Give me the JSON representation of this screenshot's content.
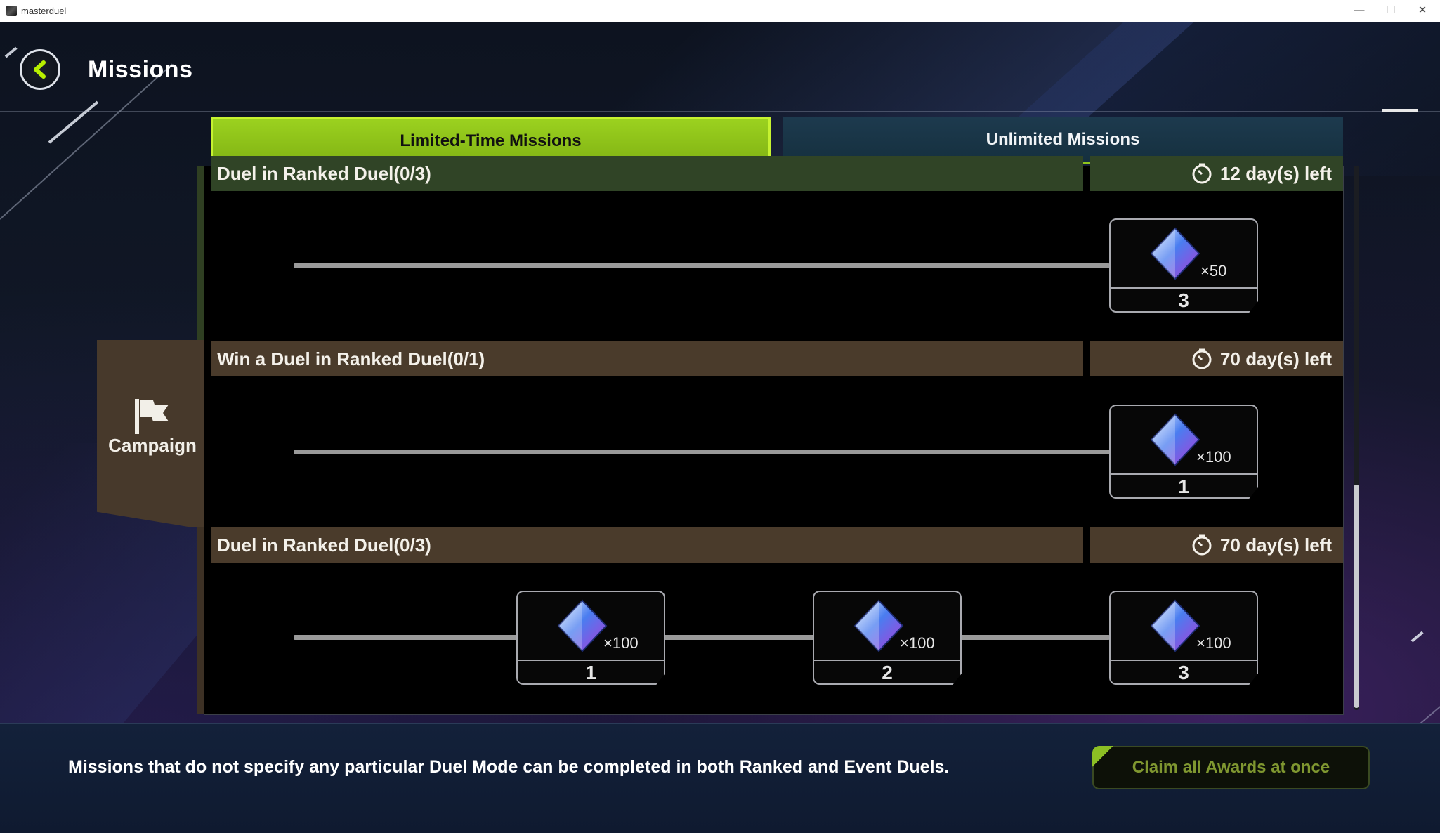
{
  "window": {
    "title": "masterduel",
    "controls": {
      "minimize": "—",
      "maximize": "☐",
      "close": "✕"
    }
  },
  "header": {
    "title": "Missions"
  },
  "tabs": [
    {
      "label": "Limited-Time Missions",
      "selected": true
    },
    {
      "label": "Unlimited Missions",
      "selected": false
    }
  ],
  "category": {
    "label": "Campaign",
    "icon": "flag-icon"
  },
  "missions": [
    {
      "title": "Duel in Ranked Duel(0/3)",
      "time_left": "12 day(s) left",
      "rewards": [
        {
          "icon": "gem-icon",
          "quantity": "×50",
          "step": "3"
        }
      ]
    },
    {
      "title": "Win a Duel in Ranked Duel(0/1)",
      "time_left": "70 day(s) left",
      "rewards": [
        {
          "icon": "gem-icon",
          "quantity": "×100",
          "step": "1"
        }
      ]
    },
    {
      "title": "Duel in Ranked Duel(0/3)",
      "time_left": "70 day(s) left",
      "rewards": [
        {
          "icon": "gem-icon",
          "quantity": "×100",
          "step": "1"
        },
        {
          "icon": "gem-icon",
          "quantity": "×100",
          "step": "2"
        },
        {
          "icon": "gem-icon",
          "quantity": "×100",
          "step": "3"
        }
      ]
    }
  ],
  "footer": {
    "note": "Missions that do not specify any particular Duel Mode can be completed in both Ranked and Event Duels.",
    "claim_button": "Claim all Awards at once"
  },
  "colors": {
    "accent_green": "#9bd11f",
    "tab_inactive": "#1d3a4e",
    "mission_header_brown": "#4a3b2b",
    "mission_header_green": "#304426"
  }
}
